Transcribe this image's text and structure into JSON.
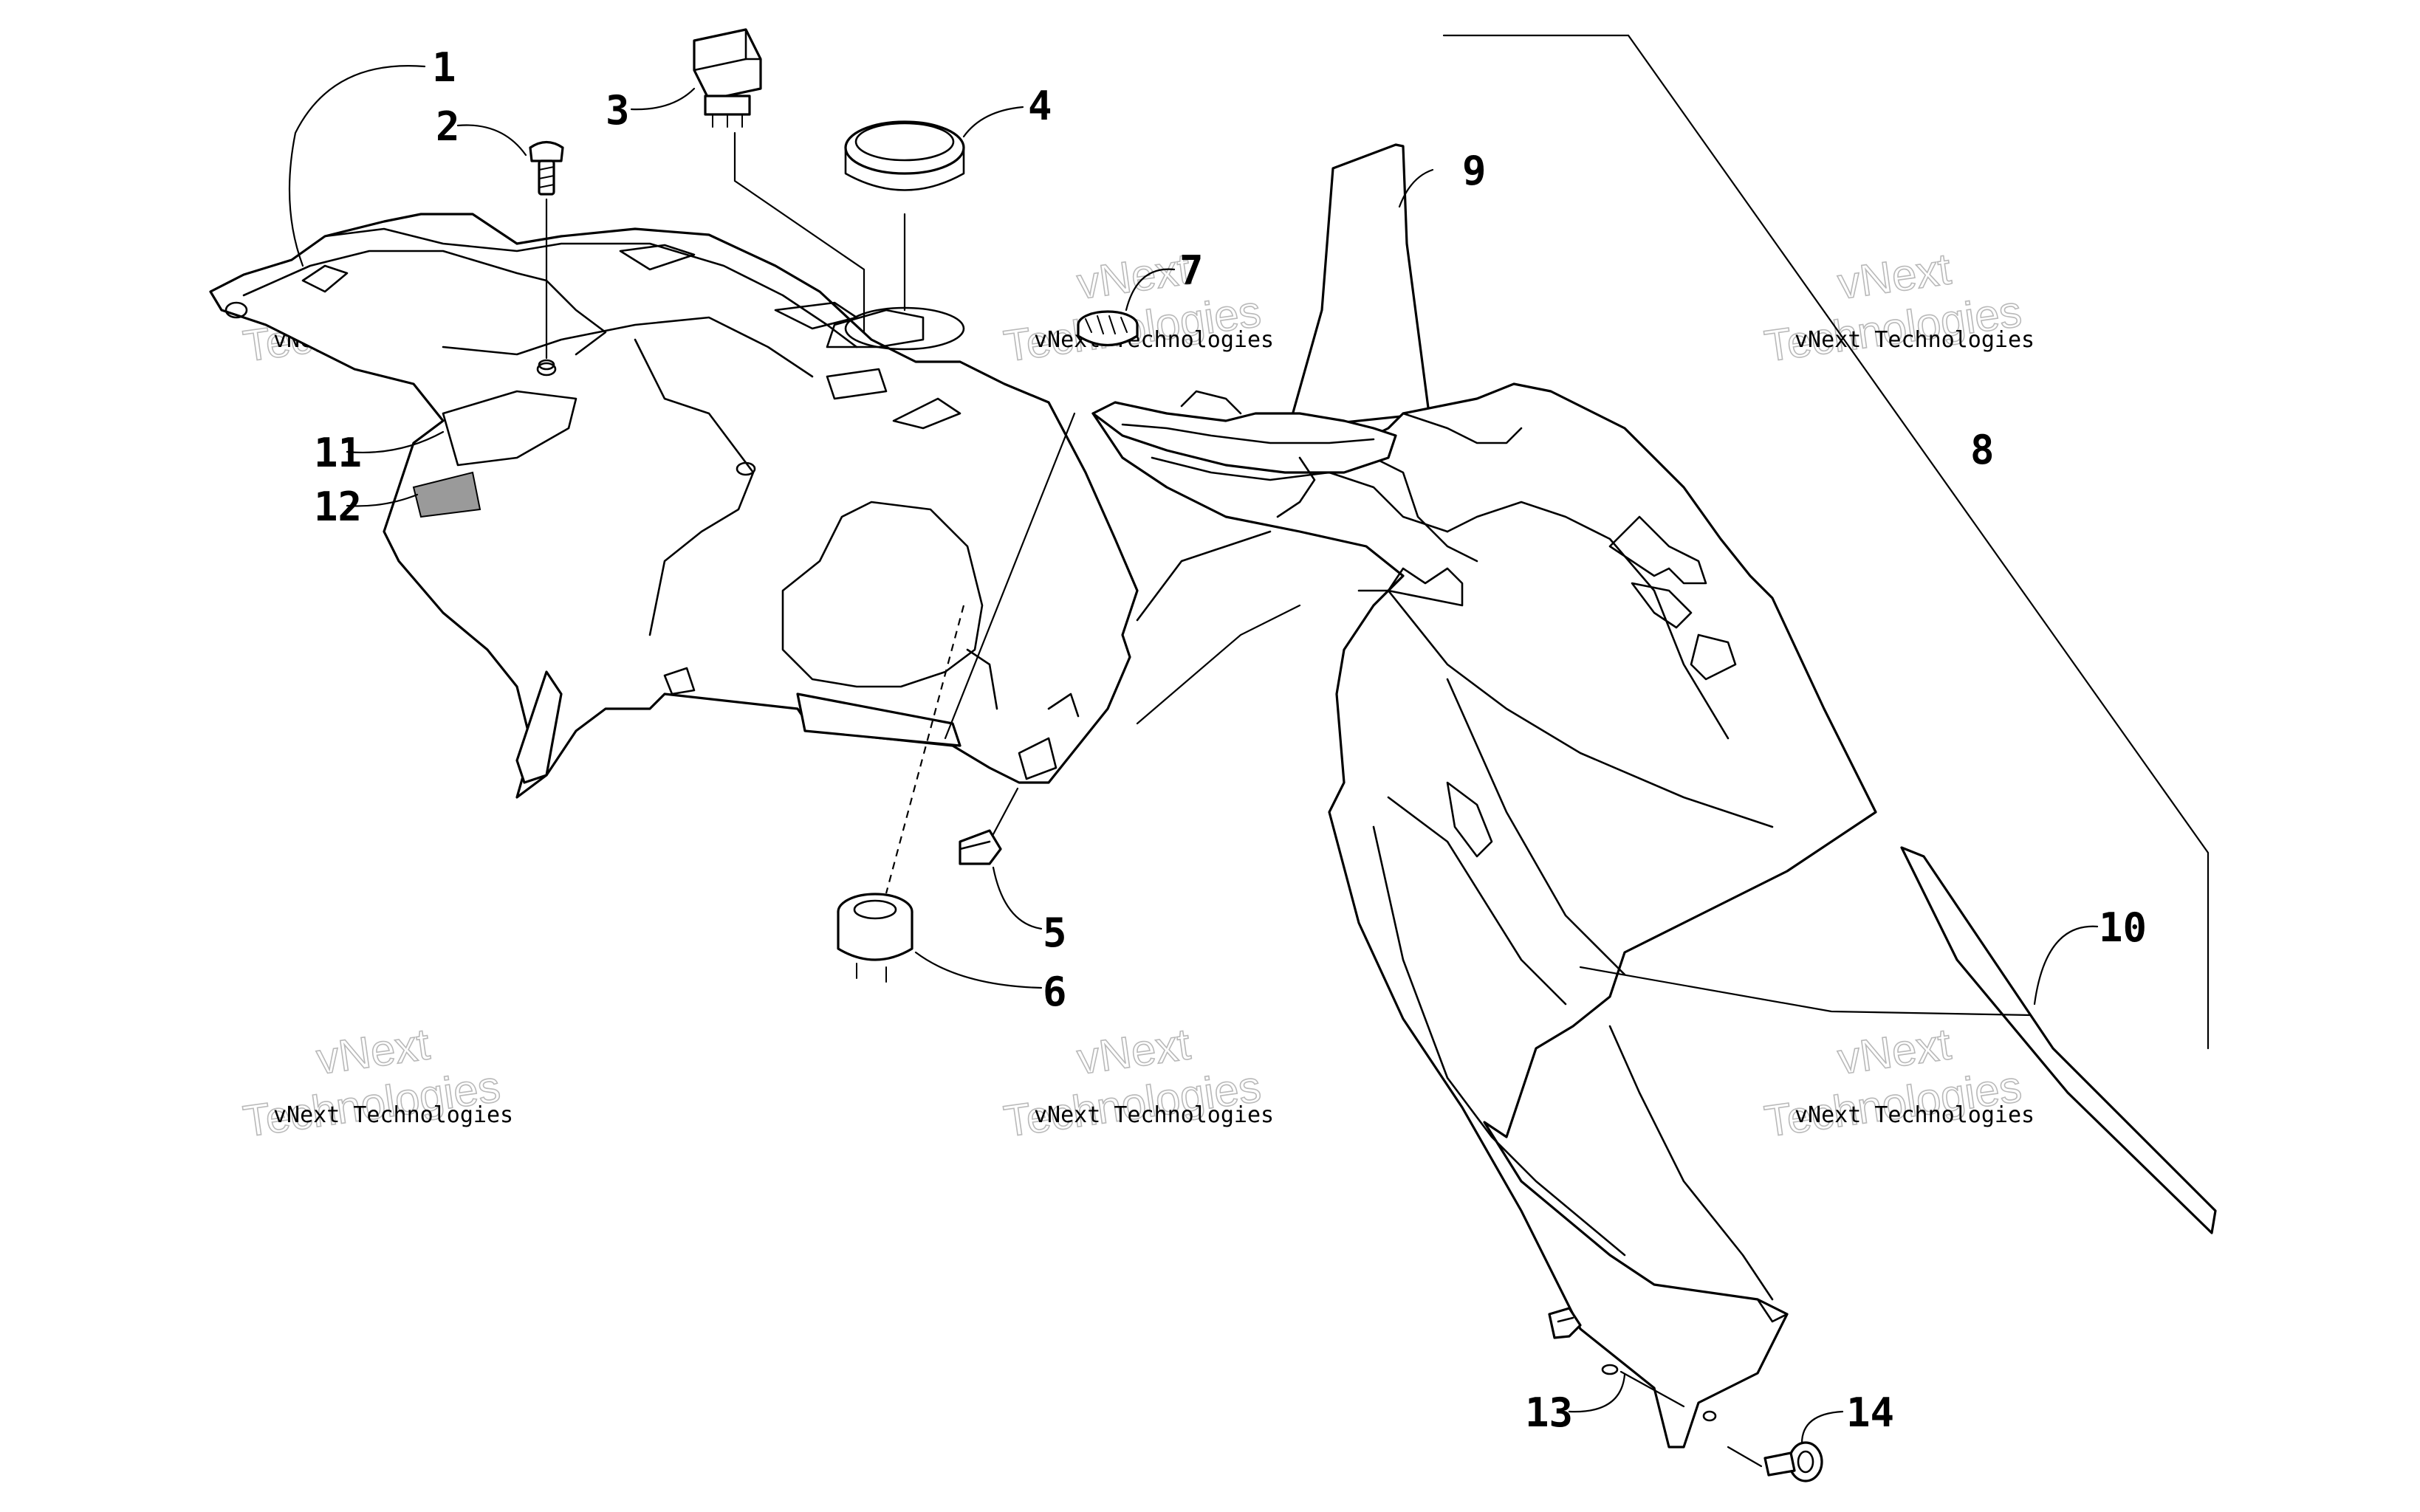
{
  "callouts": [
    {
      "id": 1,
      "label": "1"
    },
    {
      "id": 2,
      "label": "2"
    },
    {
      "id": 3,
      "label": "3"
    },
    {
      "id": 4,
      "label": "4"
    },
    {
      "id": 5,
      "label": "5"
    },
    {
      "id": 6,
      "label": "6"
    },
    {
      "id": 7,
      "label": "7"
    },
    {
      "id": 8,
      "label": "8"
    },
    {
      "id": 9,
      "label": "9"
    },
    {
      "id": 10,
      "label": "10"
    },
    {
      "id": 11,
      "label": "11"
    },
    {
      "id": 12,
      "label": "12"
    },
    {
      "id": 13,
      "label": "13"
    },
    {
      "id": 14,
      "label": "14"
    }
  ],
  "watermark": {
    "line1": "vNext",
    "line2": "vNext Technologies",
    "line3": "Technologies"
  }
}
